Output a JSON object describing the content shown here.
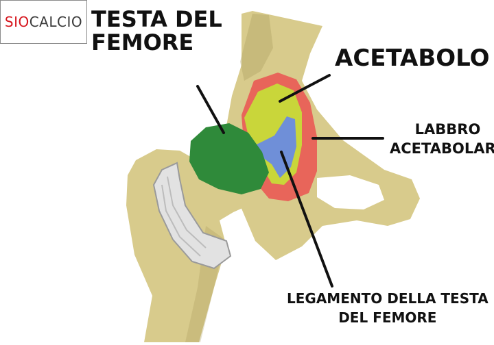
{
  "logo": {
    "part1": "SIO",
    "part2": "CALCIO"
  },
  "labels": {
    "femoral_head": [
      "TESTA DEL",
      "FEMORE"
    ],
    "acetabulum": "ACETABOLO",
    "labrum": [
      "LABBRO",
      "ACETABOLARE"
    ],
    "ligament": [
      "LEGAMENTO DELLA TESTA",
      "DEL FEMORE"
    ]
  },
  "colors": {
    "bone": "#d8cb8c",
    "bone_dark": "#a89a5c",
    "labrum": "#e8655a",
    "acetabulum": "#c9d63a",
    "femoral_head": "#2f8a3a",
    "ligament": "#6f8fd8",
    "capsule": "#e2e2e2"
  }
}
